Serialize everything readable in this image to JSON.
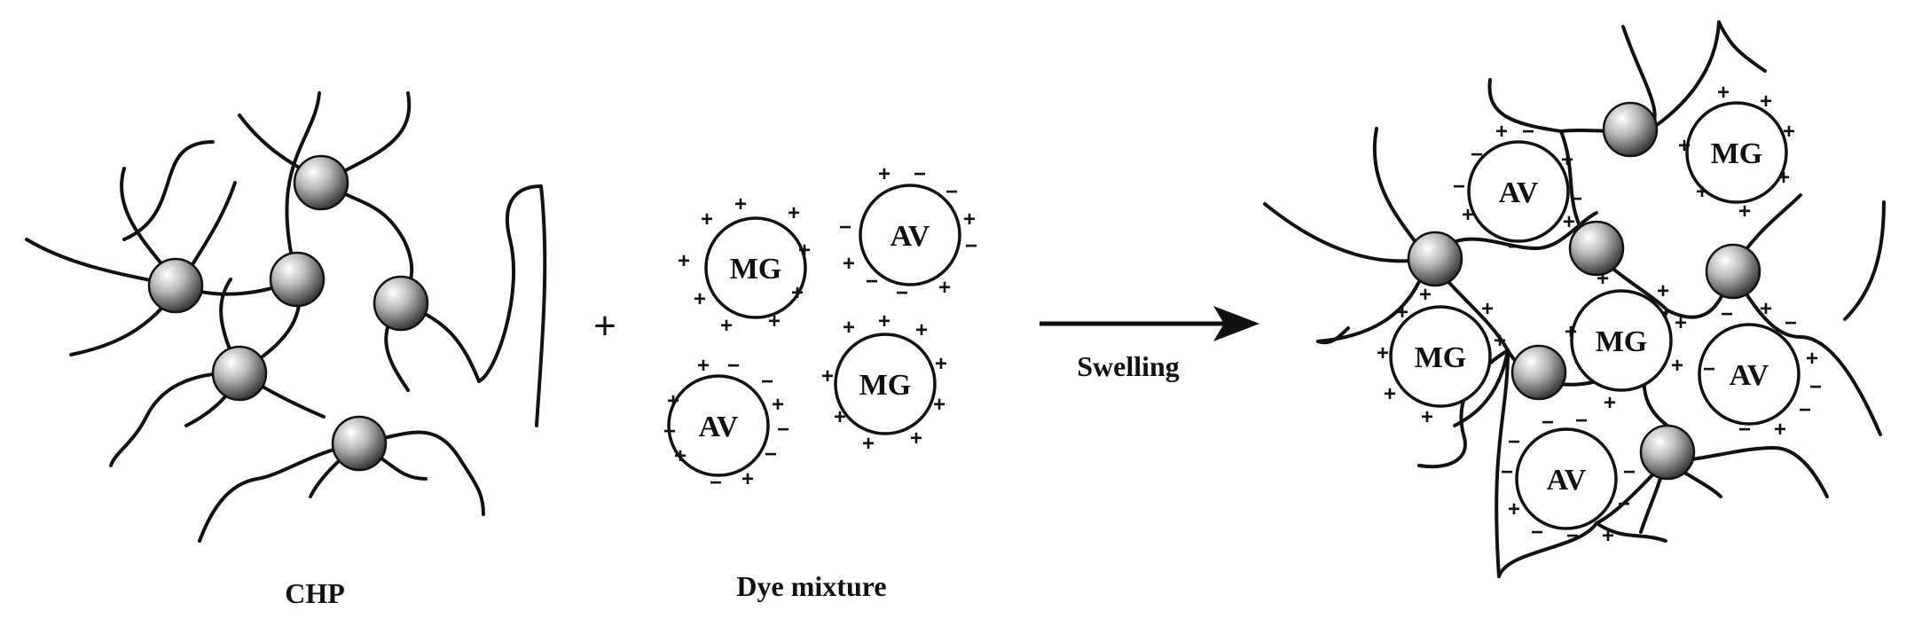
{
  "labels": {
    "left": "CHP",
    "middle": "Dye mixture",
    "arrow": "Swelling",
    "plus": "+"
  },
  "dyes": {
    "mg": "MG",
    "av": "AV"
  },
  "charges": {
    "positive": "+",
    "negative": "−"
  }
}
